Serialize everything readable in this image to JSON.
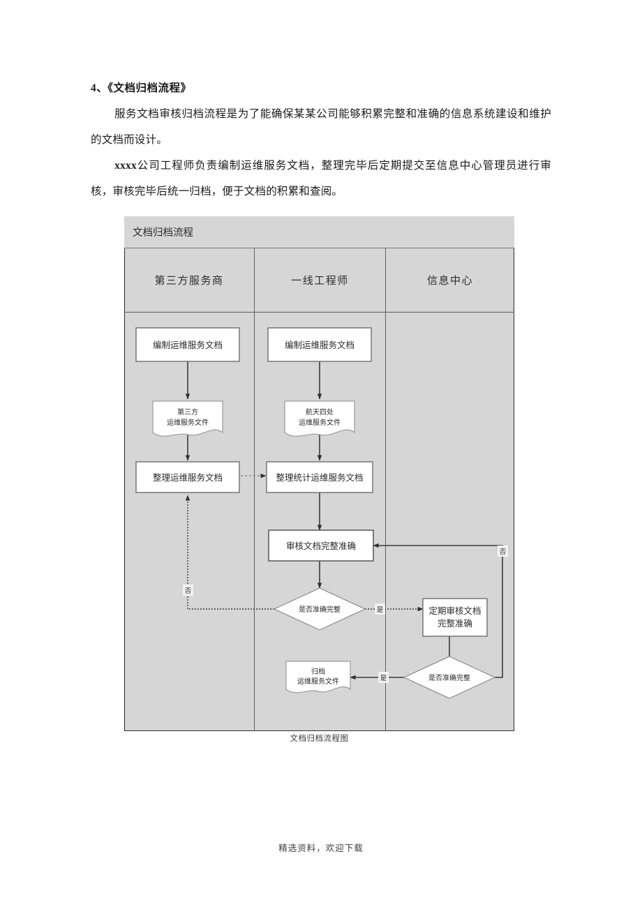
{
  "document": {
    "heading": "4、《文档归档流程》",
    "paragraphs": [
      "服务文档审核归档流程是为了能确保某某公司能够积累完整和准确的信息系统建设和维护的文档而设计。",
      "公司工程师负责编制运维服务文档，整理完毕后定期提交至信息中心管理员进行审核，审核完毕后统一归档，便于文档的积累和查阅。"
    ],
    "company_placeholder": "xxxx"
  },
  "flowchart": {
    "title": "文档归档流程",
    "caption": "文档归档流程图",
    "lanes": [
      {
        "id": "lane-third-party",
        "label": "第三方服务商"
      },
      {
        "id": "lane-frontline-engineer",
        "label": "一线工程师"
      },
      {
        "id": "lane-information-center",
        "label": "信息中心"
      }
    ],
    "nodes": [
      {
        "id": "n1",
        "type": "process",
        "lane": 0,
        "label": "编制运维服务文档"
      },
      {
        "id": "n2",
        "type": "document",
        "lane": 0,
        "label_line1": "第三方",
        "label_line2": "运维服务文件"
      },
      {
        "id": "n3",
        "type": "process",
        "lane": 0,
        "label": "整理运维服务文档"
      },
      {
        "id": "n4",
        "type": "process",
        "lane": 1,
        "label": "编制运维服务文档"
      },
      {
        "id": "n5",
        "type": "document",
        "lane": 1,
        "label_line1": "航天四处",
        "label_line2": "运维服务文件"
      },
      {
        "id": "n6",
        "type": "process",
        "lane": 1,
        "label": "整理统计运维服务文档"
      },
      {
        "id": "n7",
        "type": "process",
        "lane": 1,
        "label": "审核文档完整准确"
      },
      {
        "id": "n8",
        "type": "decision",
        "lane": 1,
        "label": "是否准确完整"
      },
      {
        "id": "n9",
        "type": "document",
        "lane": 1,
        "label_line1": "归档",
        "label_line2": "运维服务文件"
      },
      {
        "id": "n10",
        "type": "process",
        "lane": 2,
        "label_line1": "定期审核文档",
        "label_line2": "完整准确"
      },
      {
        "id": "n11",
        "type": "decision",
        "lane": 2,
        "label": "是否准确完整"
      }
    ],
    "edge_labels": {
      "no_left": "否",
      "yes_mid": "是",
      "yes_bottom": "是",
      "no_right": "否"
    },
    "colors": {
      "lane_background": "#d6d6d6",
      "node_fill": "#ffffff",
      "node_stroke": "#6e6e6e",
      "frame_stroke": "#2b2b2b",
      "connector": "#3a3a3a",
      "text": "#2a2a2a"
    }
  },
  "footer": {
    "text": "精选资料，欢迎下载"
  }
}
